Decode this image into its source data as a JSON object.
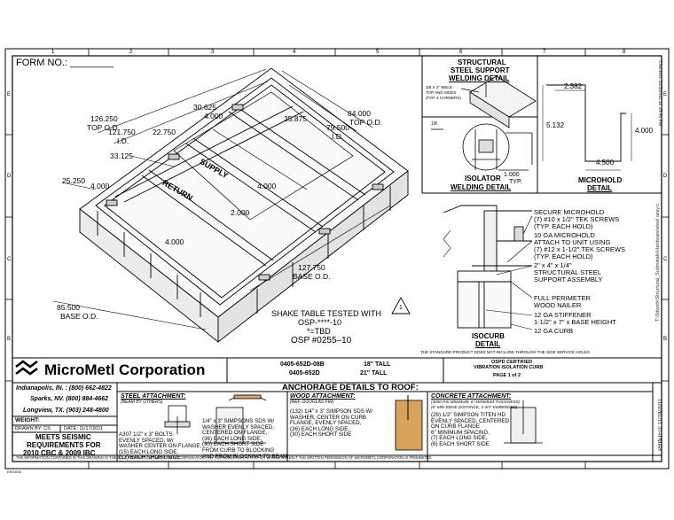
{
  "border": {
    "top_numbers": [
      "1",
      "2",
      "3",
      "4",
      "5",
      "6",
      "7",
      "8"
    ],
    "side_letters": [
      "E",
      "D",
      "C",
      "B"
    ]
  },
  "form_no": "FORM NO.: ________",
  "iso_dims": {
    "d126": "126.250",
    "top_od_1": "TOP O.D.",
    "d121": "121.750",
    "id_1": "I.D.",
    "d22": "22.750",
    "d30": "30.625",
    "d4a": "4.000",
    "d35": "35.875",
    "d84": "84.000",
    "top_od_2": "TOP O.D.",
    "d79": "79.500",
    "id_2": "I.D.",
    "d33": "33.125",
    "d25": "25.250",
    "d4b": "4.000",
    "d4c": "4.000",
    "d2": "2.000",
    "d4d": "4.000",
    "supply": "SUPPLY",
    "return": "RETURN",
    "d127": "127.750",
    "base_od_1": "BASE O.D.",
    "d85": "85.500",
    "base_od_2": "BASE O.D."
  },
  "shake": {
    "line1": "SHAKE TABLE TESTED WITH",
    "line2": "OSP-****-10",
    "line3": "*=TBD",
    "line4": "OSP  #0255–10",
    "triangle": "1"
  },
  "weld_detail": {
    "title1": "STRUCTURAL",
    "title2": "STEEL SUPPORT",
    "title3": "WELDING DETAIL",
    "note1": "3/8 X 4\" WELD",
    "note2": "TOP AND SIDES",
    "note3": "(TYP. 4 CORNERS)"
  },
  "isolator_detail": {
    "ref": "1/8",
    "dim": "1.000",
    "typ": "TYP.",
    "title1": "ISOLATOR",
    "title2": "WELDING DETAIL"
  },
  "microhold": {
    "d2382": "2.382",
    "d5132": "5.132",
    "d4000": "4.000",
    "d4500": "4.500",
    "title1": "MICROHOLD",
    "title2": "DETAIL"
  },
  "side_margin": {
    "checked": "Checked: 3/23/2011 12:15:40 PM",
    "path": "T:\\Sdwork\\Structural_Submittals\\Hardware\\steel assy.c",
    "printed": "PRINTED: 11/18/2011"
  },
  "isocurb": {
    "c1a": "SECURE MICROHOLD",
    "c1b": "(7) #10 x 1/2\" TEK SCREWS",
    "c1c": "(TYP. EACH HOLD)",
    "c2a": "10 GA MICROHOLD",
    "c2b": "ATTACH TO UNIT USING",
    "c2c": "(7) #12 x 1-1/2\" TEK SCREWS",
    "c2d": "(TYP. EACH HOLD)",
    "c3a": "2\" x 4\" x 1/4\"",
    "c3b": "STRUCTURAL STEEL",
    "c3c": "SUPPORT ASSEMBLY",
    "c4": "FULL PERIMETER",
    "c5": "WOOD NAILER",
    "c6": "12 GA STIFFENER",
    "c7": "1-1/2\" x 7\" x BASE HEIGHT",
    "c8": "12 GA CURB",
    "title1": "ISOCURB",
    "title2": "DETAIL",
    "note": "THE STANDARD PRODUCT DOES NOT INCLUDE THROUGH THE SIDE SERVICE HOLES"
  },
  "title_block": {
    "company": "MicroMetl Corporation",
    "model1": "0405-652D-08B",
    "tall1": "18\" TALL",
    "model2": "0405-652D",
    "tall2": "21\" TALL",
    "osp1": "OSPD CERTIFIED",
    "osp2": "VIBRATION ISOLATION CURB",
    "page": "PAGE 1 of 2"
  },
  "contacts": {
    "indy": "Indianapolis, IN. : (800) 662-4822",
    "sparks": "Sparks, NV. (800) 884-4662",
    "longview": "Longview, TX. (903) 248-4800",
    "weight": "WEIGHT:",
    "drawn": "DRAWN BY:  CS",
    "date": "DATE:  11/17/2011",
    "seismic1": "MEETS SEISMIC",
    "seismic2": "REQUIREMENTS FOR",
    "seismic3": "2010 CBC & 2009 IBC"
  },
  "anchorage": {
    "title": "ANCHORAGE DETAILS TO ROOF:",
    "steel_title": "STEEL ATTACHMENT:",
    "steel_sub": "(BEAM BY OTHERS)",
    "steel_t1": "A307 1/2\" x 3\" BOLTS",
    "steel_t2": "EVENLY SPACED, W/",
    "steel_t3": "WASHER CENTER ON FLANGE,",
    "steel_t4": "(15) EACH LONG SIDE,",
    "steel_t5": "(12) EACH SHORT SIDE",
    "mid_t1": "1/4\" x 3\" SIMPSONS SDS W/",
    "mid_t2": "WASHER EVENLY SPACED,",
    "mid_t3": "CENTERED ON FLANGE,",
    "mid_t4": "(36) EACH LONG SIDE,",
    "mid_t5": "(30) EACH SHORT SIDE",
    "mid_t6": "FROM CURB TO BLOCKING",
    "mid_t7": "AND FROM BLOCKING TO BEAM",
    "wood_title": "WOOD ATTACHMENT:",
    "wood_sub": "(REF. DOUGLAS FIR)",
    "wood_t1": "(132) 1/4\" x 3\" SIMPSON SDS W/",
    "wood_t2": "WASHER, CENTER ON CURB",
    "wood_t3": "FLANGE, EVENLY SPACED,",
    "wood_t4": "(36) EACH LONG SIDE,",
    "wood_t5": "(30) EACH SHORT SIDE",
    "conc_title": "CONCRETE ATTACHMENT:",
    "conc_sub1": "(3000 PSI MINIMUM, 6\" MINIMUM THICKNESS)",
    "conc_sub2": "(6\" MIN EDGE DISTANCE, 3-3/4\" EMBEDDED)",
    "conc_t1": "(26) 1/2\" SIMPSON TITEN HD",
    "conc_t2": "EVENLY SPACED, CENTERED",
    "conc_t3": "ON CURB FLANGE",
    "conc_t4": "6\" MINIMUM SPACING,",
    "conc_t5": "(7) EACH LONG SIDE,",
    "conc_t6": "(6) EACH SHORT SIDE"
  },
  "footer": {
    "disclaimer": "THE INFORMATION CONTAINED IN THIS DRAWING IS THE SOLE PROPERTY OF MICROMETL CORPORATION. ANY REPRODUCTION IN PART OR WHOLE WITHOUT THE WRITTEN PERMISSION OF MICROMETL CORPORATION IS PROHIBITED.",
    "engaya": "ENGAYA"
  }
}
